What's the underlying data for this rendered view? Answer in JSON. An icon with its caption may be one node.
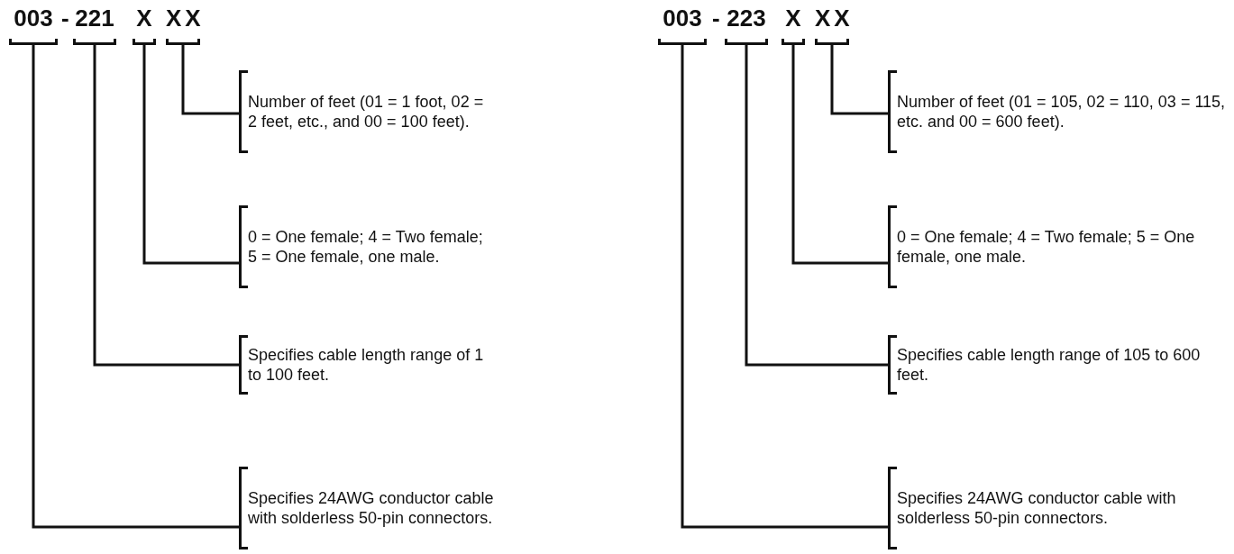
{
  "diagram": {
    "nodes": [
      {
        "text": [
          "003"
        ]
      },
      {
        "text": [
          "221"
        ]
      },
      {
        "text": [
          "X"
        ]
      },
      {
        "text": [
          "XX"
        ]
      },
      {
        "text": [
          "Number of feet (01 = 1 foot, 02 = 2 feet, etc., and 00 = 100 feet)."
        ]
      },
      {
        "text": [
          "0 = One female; 4 = Two female; 5 = One female, one male."
        ]
      },
      {
        "text": [
          "Specifies cable length range of 1 to 100 feet."
        ]
      },
      {
        "text": [
          "Specifies 24AWG conductor cable with solderless 50-pin connectors."
        ]
      },
      {
        "text": [
          "003"
        ]
      },
      {
        "text": [
          "223"
        ]
      },
      {
        "text": [
          "X"
        ]
      },
      {
        "text": [
          "XX"
        ]
      },
      {
        "text": [
          "Number of feet (01 = 105, 02 = 110, 03 = 115, etc. and 00 = 600 feet)."
        ]
      },
      {
        "text": [
          "0 = One female; 4 = Two female; 5 = One female, one male."
        ]
      },
      {
        "text": [
          "Specifies cable length range of 105 to 600 feet."
        ]
      },
      {
        "text": [
          "Specifies 24AWG conductor cable with solderless 50-pin connectors."
        ]
      }
    ],
    "edges": [
      {
        "from": 3,
        "to": 4,
        "arrow": "none"
      },
      {
        "from": 2,
        "to": 5,
        "arrow": "none"
      },
      {
        "from": 1,
        "to": 6,
        "arrow": "none"
      },
      {
        "from": 0,
        "to": 7,
        "arrow": "none"
      },
      {
        "from": 11,
        "to": 12,
        "arrow": "none"
      },
      {
        "from": 10,
        "to": 13,
        "arrow": "none"
      },
      {
        "from": 9,
        "to": 14,
        "arrow": "none"
      },
      {
        "from": 8,
        "to": 15,
        "arrow": "none"
      }
    ],
    "labels": [
      "-",
      "-"
    ]
  }
}
